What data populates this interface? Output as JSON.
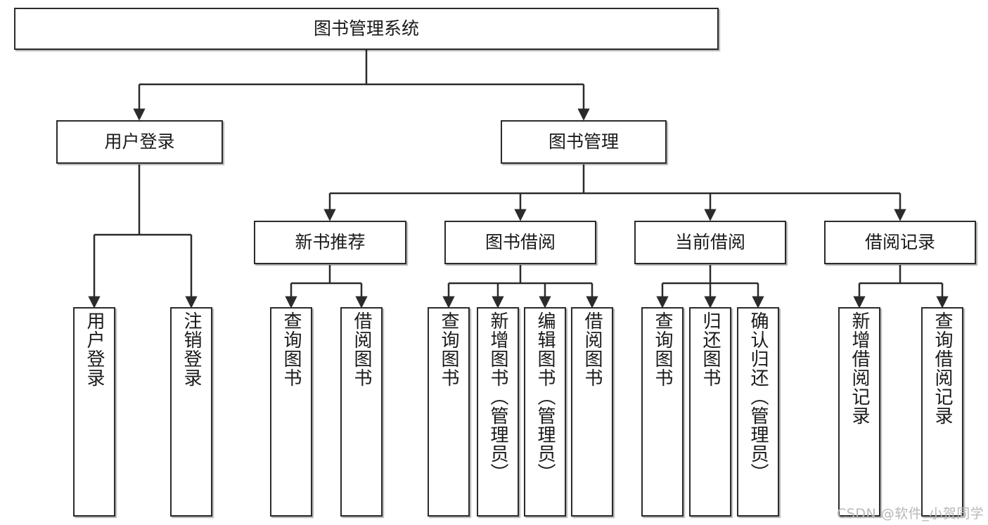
{
  "diagram": {
    "type": "tree",
    "title": "图书管理系统",
    "style": {
      "box_fill": "#ffffff",
      "box_border": "#2b2b2b",
      "text_color": "#1a1a1a",
      "edge_color": "#2b2b2b",
      "background": "#ffffff",
      "watermark_color": "#b8b8b8"
    },
    "levels": {
      "root": "图书管理系统",
      "level1": [
        "用户登录",
        "图书管理"
      ],
      "level2": [
        "新书推荐",
        "图书借阅",
        "当前借阅",
        "借阅记录"
      ]
    }
  },
  "nodes": {
    "root": {
      "label": "图书管理系统"
    },
    "user_login": {
      "label": "用户登录"
    },
    "book_manage": {
      "label": "图书管理"
    },
    "new_book_rec": {
      "label": "新书推荐"
    },
    "book_borrow": {
      "label": "图书借阅"
    },
    "current_borrow": {
      "label": "当前借阅"
    },
    "borrow_record": {
      "label": "借阅记录"
    },
    "leaf_user_login": {
      "label": "用户登录"
    },
    "leaf_logout": {
      "label": "注销登录"
    },
    "leaf_query_book_1": {
      "label": "查询图书"
    },
    "leaf_borrow_book_1": {
      "label": "借阅图书"
    },
    "leaf_query_book_2": {
      "label": "查询图书"
    },
    "leaf_add_book": {
      "label": "新增图书（管理员）"
    },
    "leaf_edit_book": {
      "label": "编辑图书（管理员）"
    },
    "leaf_borrow_book_2": {
      "label": "借阅图书"
    },
    "leaf_query_book_3": {
      "label": "查询图书"
    },
    "leaf_return_book": {
      "label": "归还图书"
    },
    "leaf_confirm_return": {
      "label": "确认归还（管理员）"
    },
    "leaf_add_record": {
      "label": "新增借阅记录"
    },
    "leaf_query_record": {
      "label": "查询借阅记录"
    }
  },
  "watermark": {
    "text": "CSDN @软件_小贺同学"
  }
}
